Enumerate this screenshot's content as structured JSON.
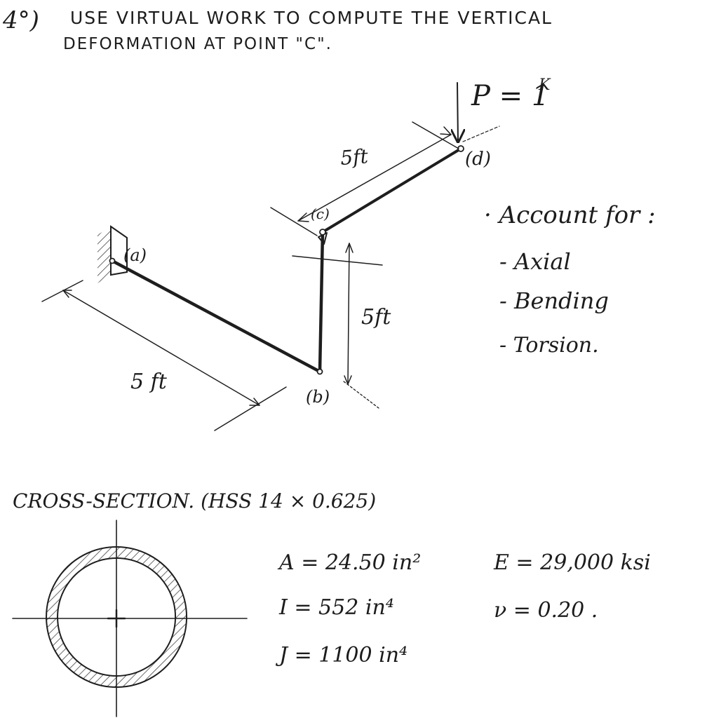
{
  "problem": {
    "number": "4°)",
    "line1": "USE VIRTUAL WORK TO COMPUTE THE VERTICAL",
    "line2": "DEFORMATION AT POINT \"C\"."
  },
  "load": {
    "label": "P = 1",
    "unit": "K"
  },
  "nodes": {
    "a": "(a)",
    "b": "(b)",
    "c": "(c)",
    "d": "(d)"
  },
  "dimensions": {
    "ab": "5 ft",
    "bc": "5ft",
    "cd": "5ft"
  },
  "notes": {
    "heading": "· Account for :",
    "items": [
      "- Axial",
      "- Bending",
      "- Torsion."
    ]
  },
  "cross_section": {
    "title": "CROSS-SECTION. (HSS 14 × 0.625)",
    "A": "A = 24.50 in²",
    "I": "I = 552 in⁴",
    "J": "J = 1100 in⁴",
    "E": "E = 29,000 ksi",
    "nu": "ν = 0.20 ."
  }
}
